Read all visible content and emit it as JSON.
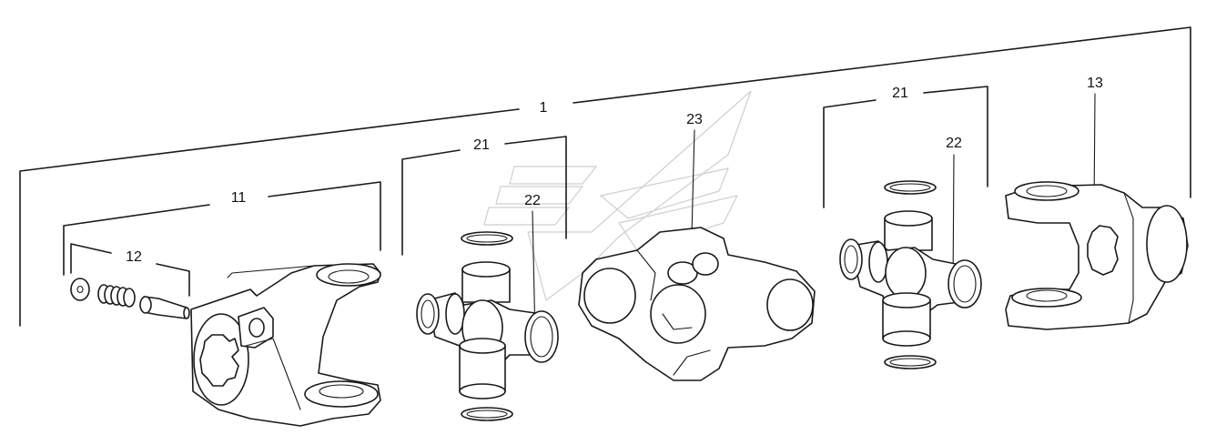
{
  "callouts": {
    "assembly": "1",
    "yoke_left": "11",
    "spring_kit": "12",
    "yoke_right": "13",
    "cross_left": "21",
    "bearing_left": "22",
    "center_yoke": "23",
    "cross_right": "21",
    "bearing_right": "22"
  },
  "colors": {
    "line": "#1a1a1a",
    "background": "#ffffff",
    "watermark": "#cfcfcf"
  },
  "icons": {
    "watermark": "brand-watermark-icon"
  }
}
